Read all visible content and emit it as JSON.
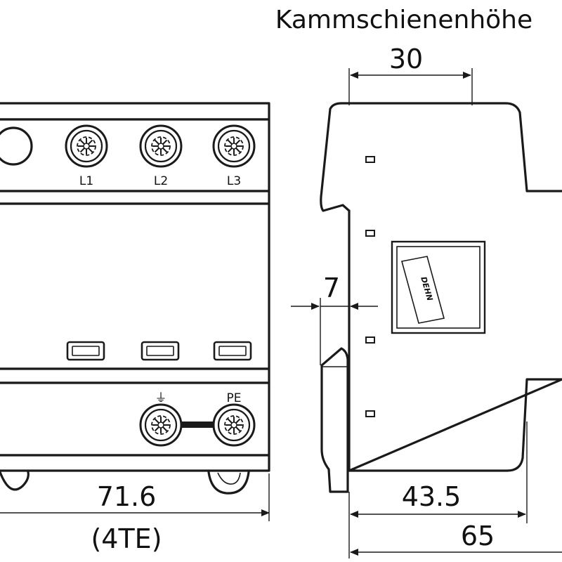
{
  "title": "Kammschienenhöhe",
  "front_view": {
    "terminals_top": [
      "L1",
      "L2",
      "L3"
    ],
    "terminals_bottom": [
      "⏚",
      "PE"
    ],
    "dimension_width": "71.6",
    "dimension_width_note": "(4TE)"
  },
  "side_view": {
    "dimension_busbar_height": "30",
    "dimension_rail_offset": "7",
    "dimension_depth_mid": "43.5",
    "dimension_depth_total": "65",
    "logo_text": "DEHN"
  }
}
